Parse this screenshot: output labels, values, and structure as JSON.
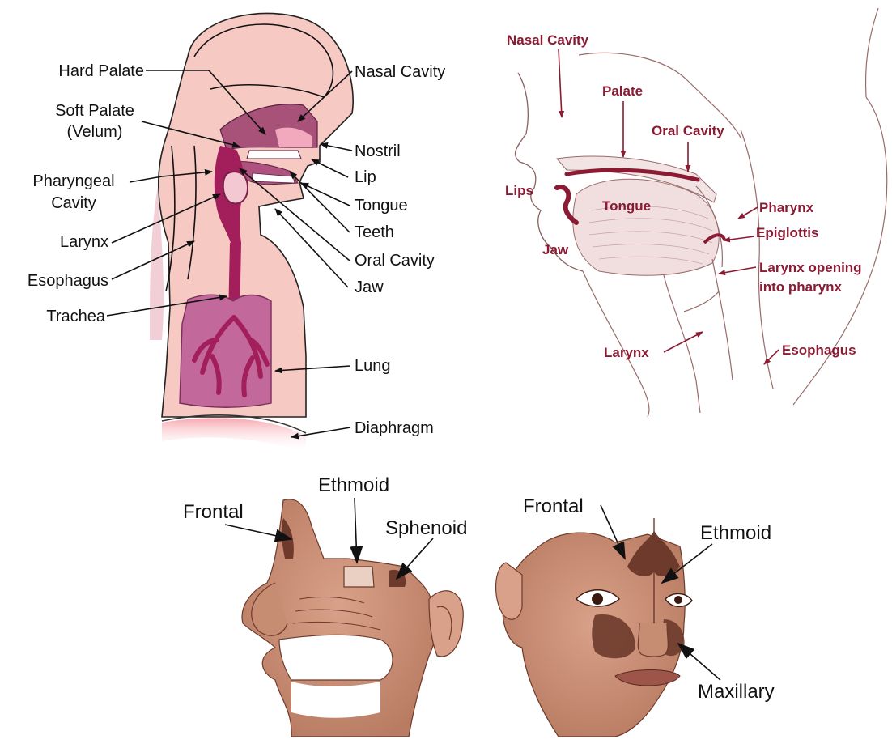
{
  "colors": {
    "skin_pink": "#f6c9c3",
    "tract_purple": "#b0527f",
    "tract_dark": "#a31f5c",
    "label_maroon": "#8b1a33",
    "sketch_line": "#9a6a6a",
    "sinus_brown": "#c78d72",
    "sinus_dark": "#6d3a2b"
  },
  "panel_respiratory": {
    "labels": {
      "hard_palate": "Hard Palate",
      "soft_palate_1": "Soft Palate",
      "soft_palate_2": "(Velum)",
      "pharyngeal_1": "Pharyngeal",
      "pharyngeal_2": "Cavity",
      "larynx": "Larynx",
      "esophagus": "Esophagus",
      "trachea": "Trachea",
      "nasal_cavity": "Nasal Cavity",
      "nostril": "Nostril",
      "lip": "Lip",
      "tongue": "Tongue",
      "teeth": "Teeth",
      "oral_cavity": "Oral Cavity",
      "jaw": "Jaw",
      "lung": "Lung",
      "diaphragm": "Diaphragm"
    }
  },
  "panel_vocal_tract": {
    "labels": {
      "nasal_cavity": "Nasal Cavity",
      "palate": "Palate",
      "oral_cavity": "Oral Cavity",
      "lips": "Lips",
      "tongue": "Tongue",
      "jaw": "Jaw",
      "pharynx": "Pharynx",
      "epiglottis": "Epiglottis",
      "larynx_opening_1": "Larynx opening",
      "larynx_opening_2": "into pharynx",
      "larynx": "Larynx",
      "esophagus": "Esophagus"
    }
  },
  "panel_sinus_side": {
    "labels": {
      "ethmoid": "Ethmoid",
      "frontal": "Frontal",
      "sphenoid": "Sphenoid"
    }
  },
  "panel_sinus_front": {
    "labels": {
      "frontal": "Frontal",
      "ethmoid": "Ethmoid",
      "maxillary": "Maxillary"
    }
  }
}
